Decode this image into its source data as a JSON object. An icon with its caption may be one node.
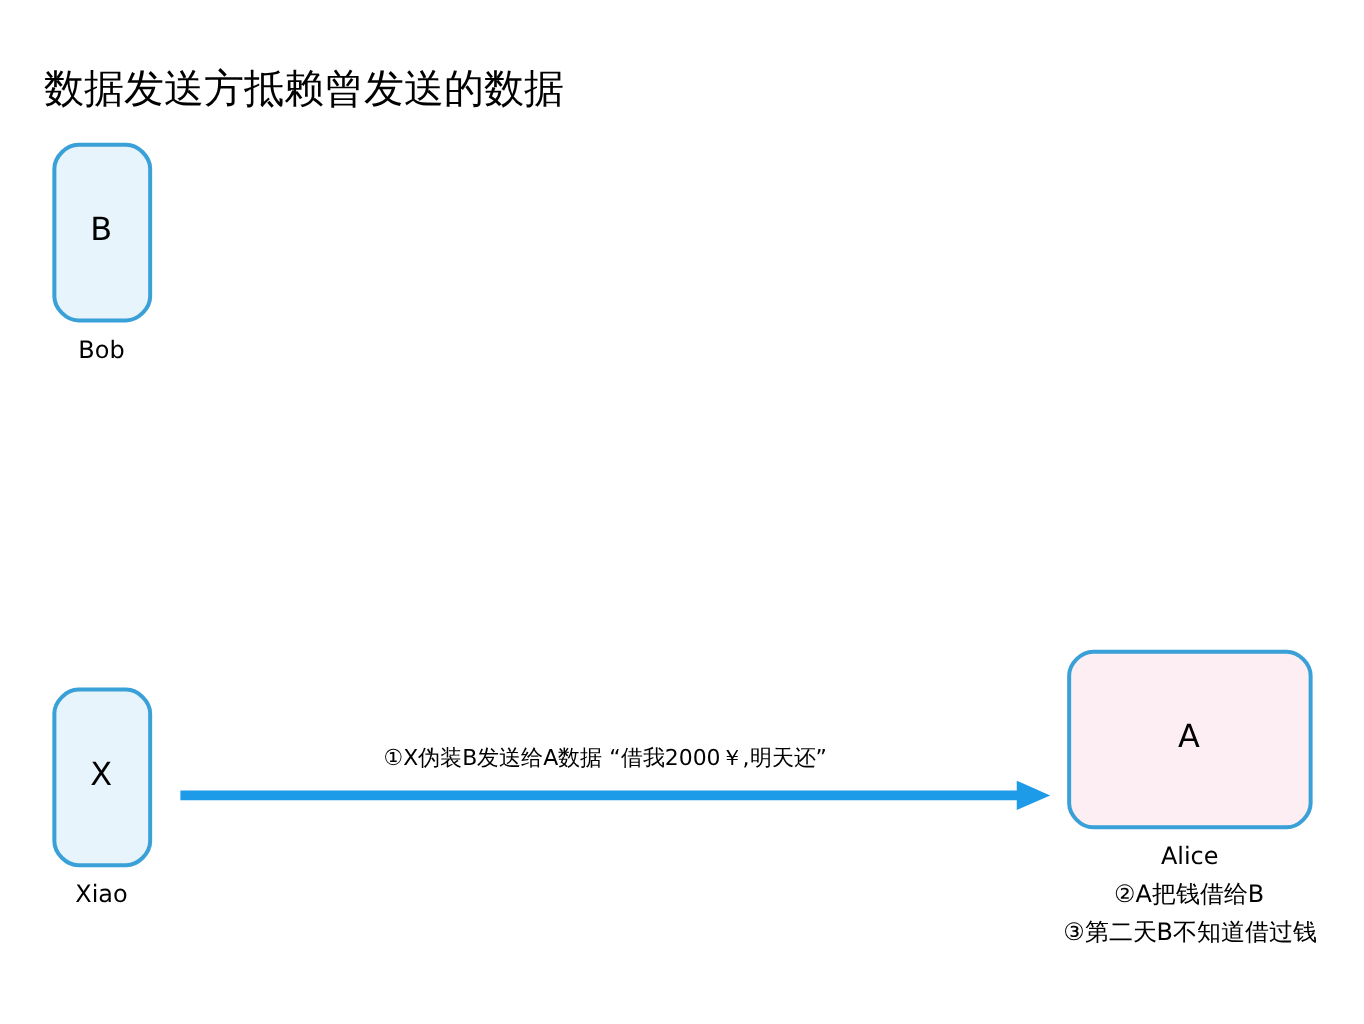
{
  "diagram": {
    "title": "数据发送方抵赖曾发送的数据",
    "nodes": [
      {
        "text": [
          "B"
        ],
        "beside": [
          "Bob"
        ]
      },
      {
        "text": [
          "A"
        ],
        "beside": [
          "Alice",
          "②A把钱借给B",
          "③第二天B不知道借过钱"
        ]
      },
      {
        "text": [
          "X"
        ],
        "beside": [
          "Xiao"
        ]
      }
    ],
    "edges": [
      {
        "from": 2,
        "to": 1,
        "arrow": "to",
        "label": "①X伪装B发送给A数据 “借我2000￥,明天还”"
      }
    ]
  }
}
